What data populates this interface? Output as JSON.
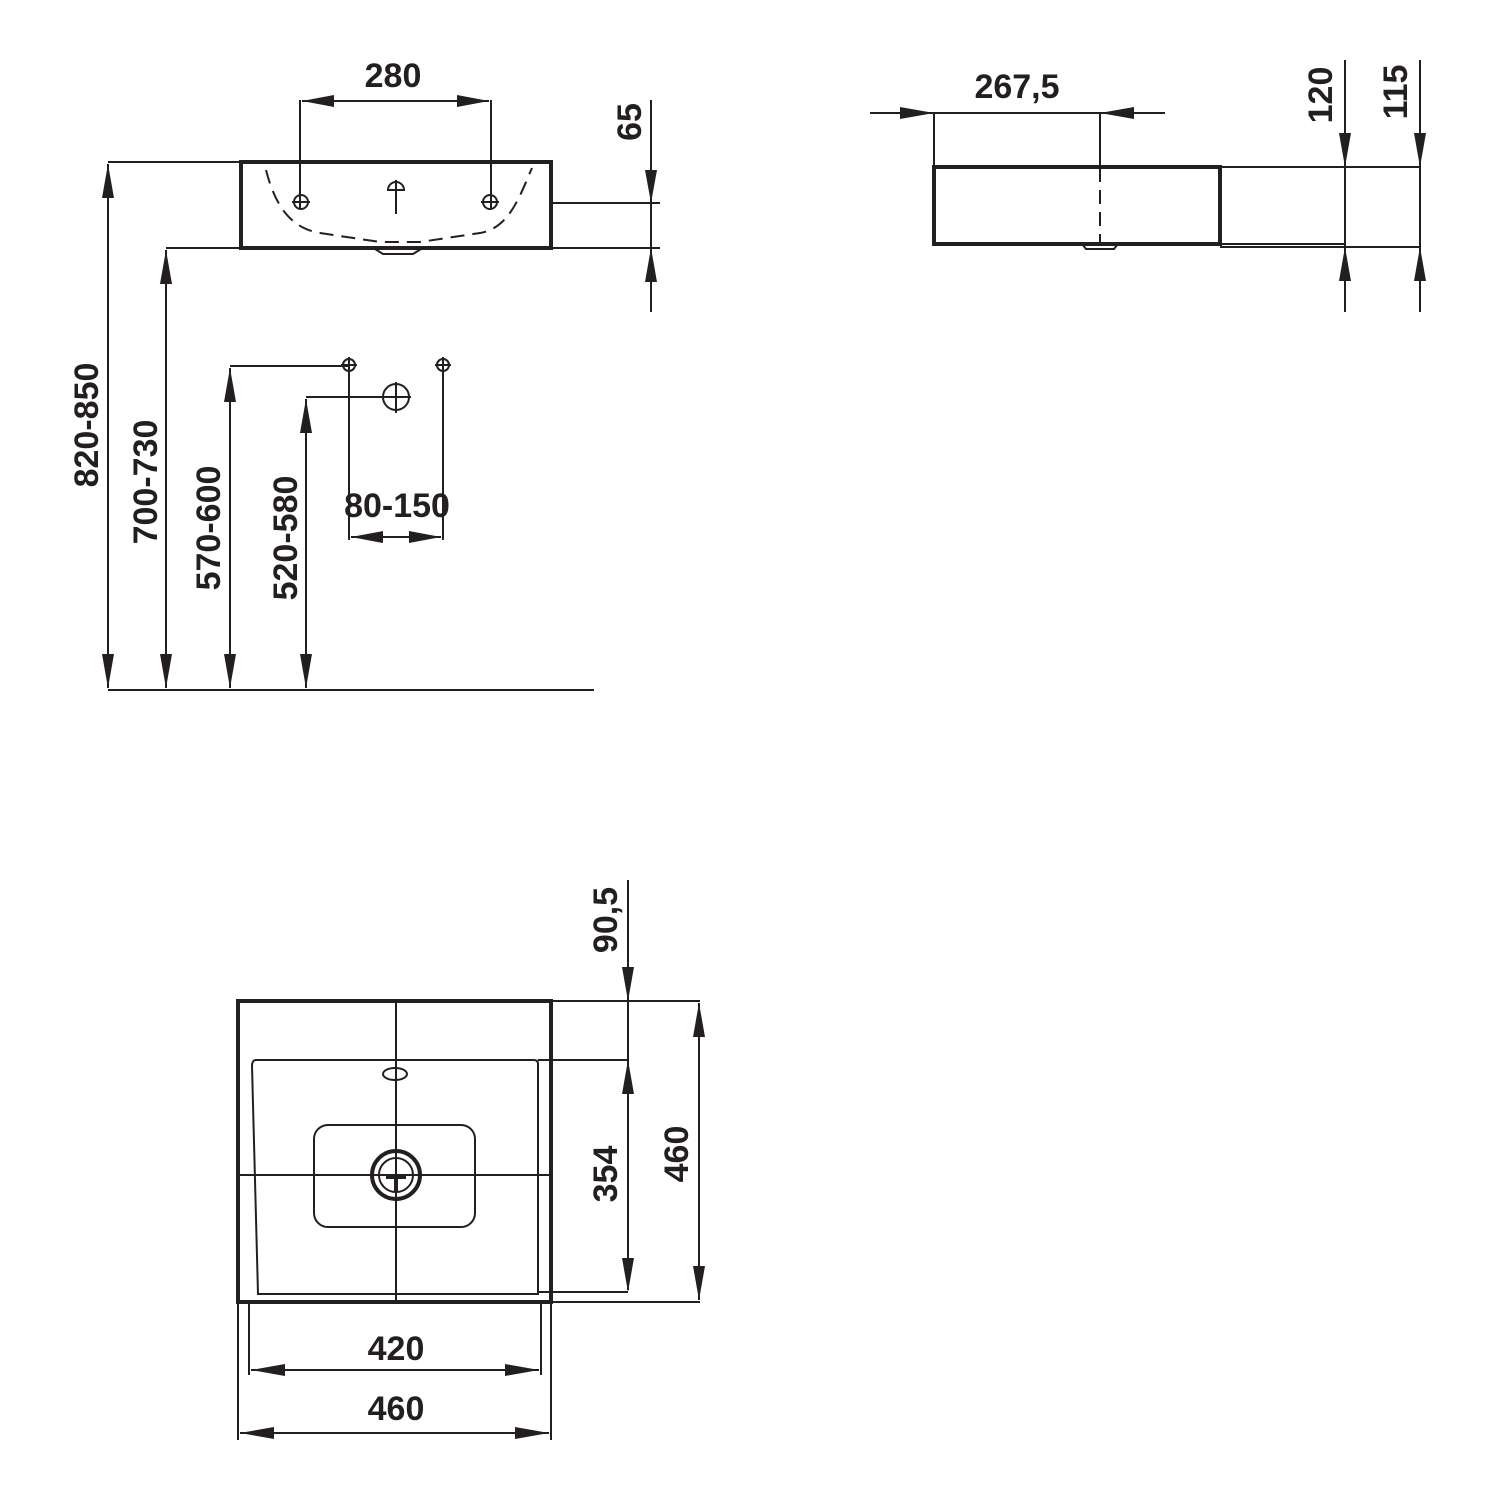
{
  "front_view": {
    "faucet_spacing": "280",
    "top_offset": "65",
    "height_total": "820-850",
    "height_bottom": "700-730",
    "height_supply": "570-600",
    "height_drain": "520-580",
    "supply_spacing": "80-150"
  },
  "side_view": {
    "depth": "267,5",
    "height_outer": "120",
    "height_inner": "115"
  },
  "top_view": {
    "rim_offset": "90,5",
    "bowl_depth": "354",
    "overall_depth": "460",
    "inner_width": "420",
    "overall_width": "460"
  }
}
